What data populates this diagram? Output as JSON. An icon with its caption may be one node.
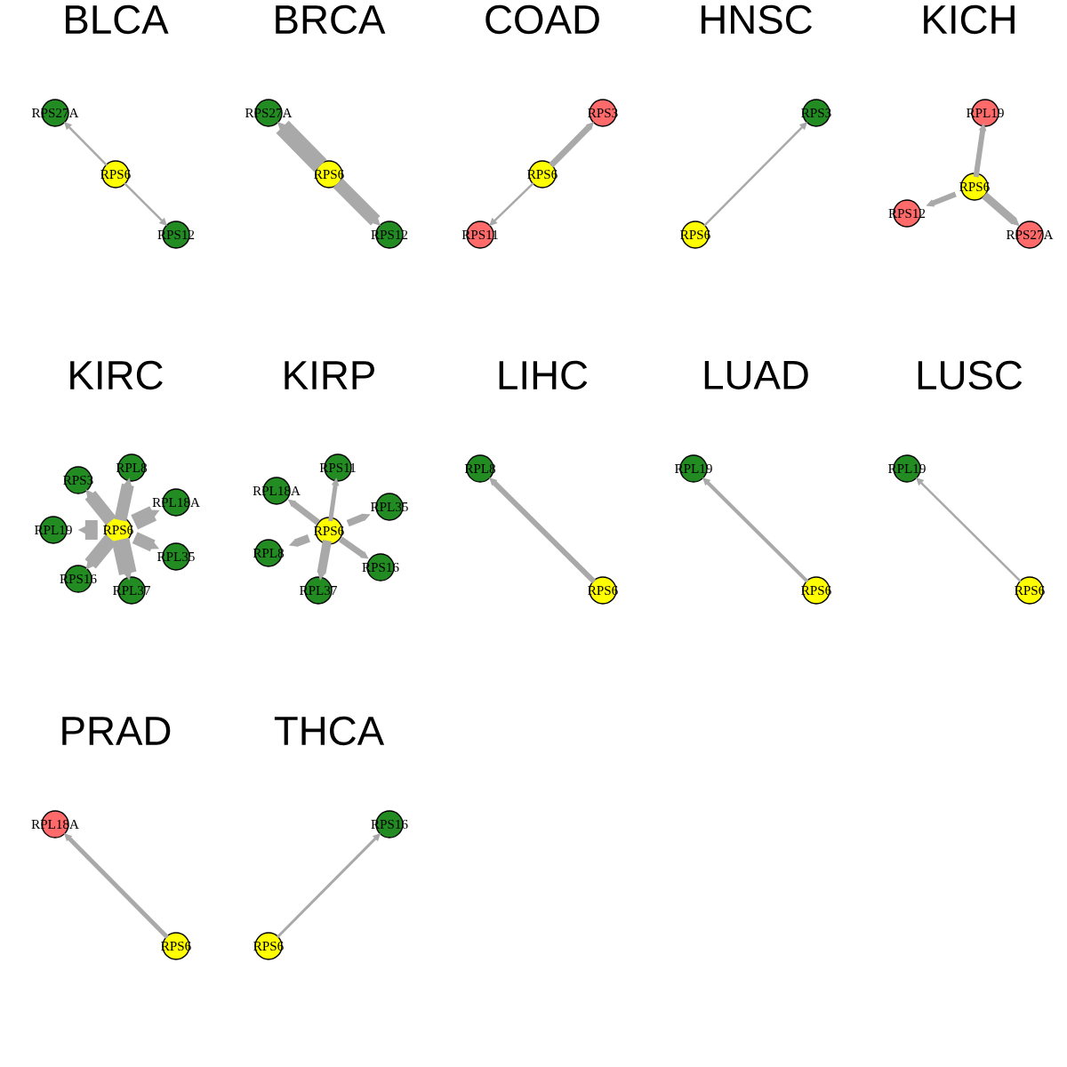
{
  "diagram": {
    "nodes": [
      {
        "text": [
          "RPS27A"
        ]
      },
      {
        "text": [
          "RPS6"
        ]
      },
      {
        "text": [
          "RPS12"
        ]
      },
      {
        "text": [
          "RPS27A"
        ]
      },
      {
        "text": [
          "RPS6"
        ]
      },
      {
        "text": [
          "RPS12"
        ]
      },
      {
        "text": [
          "RPS3"
        ]
      },
      {
        "text": [
          "RPS6"
        ]
      },
      {
        "text": [
          "RPS11"
        ]
      },
      {
        "text": [
          "RPS3"
        ]
      },
      {
        "text": [
          "RPS6"
        ]
      },
      {
        "text": [
          "RPL19"
        ]
      },
      {
        "text": [
          "RPS6"
        ]
      },
      {
        "text": [
          "RPS12"
        ]
      },
      {
        "text": [
          "RPS27A"
        ]
      },
      {
        "text": [
          "RPL8"
        ]
      },
      {
        "text": [
          "RPS3"
        ]
      },
      {
        "text": [
          "RPL18A"
        ]
      },
      {
        "text": [
          "RPL19"
        ]
      },
      {
        "text": [
          "RPS6"
        ]
      },
      {
        "text": [
          "RPL35"
        ]
      },
      {
        "text": [
          "RPS16"
        ]
      },
      {
        "text": [
          "RPL37"
        ]
      },
      {
        "text": [
          "RPS11"
        ]
      },
      {
        "text": [
          "RPL18A"
        ]
      },
      {
        "text": [
          "RPL35"
        ]
      },
      {
        "text": [
          "RPS6"
        ]
      },
      {
        "text": [
          "RPL8"
        ]
      },
      {
        "text": [
          "RPS16"
        ]
      },
      {
        "text": [
          "RPL37"
        ]
      },
      {
        "text": [
          "RPL8"
        ]
      },
      {
        "text": [
          "RPS6"
        ]
      },
      {
        "text": [
          "RPL19"
        ]
      },
      {
        "text": [
          "RPS6"
        ]
      },
      {
        "text": [
          "RPL19"
        ]
      },
      {
        "text": [
          "RPS6"
        ]
      },
      {
        "text": [
          "RPL18A"
        ]
      },
      {
        "text": [
          "RPS6"
        ]
      },
      {
        "text": [
          "RPS16"
        ]
      },
      {
        "text": [
          "RPS6"
        ]
      }
    ],
    "edges": [
      {
        "from": 1,
        "to": 0,
        "arrow": "to"
      },
      {
        "from": 1,
        "to": 2,
        "arrow": "to"
      },
      {
        "from": 4,
        "to": 3,
        "arrow": "to",
        "style": "thick"
      },
      {
        "from": 4,
        "to": 5,
        "arrow": "to",
        "style": "thick"
      },
      {
        "from": 7,
        "to": 6,
        "arrow": "to"
      },
      {
        "from": 7,
        "to": 8,
        "arrow": "to"
      },
      {
        "from": 10,
        "to": 9,
        "arrow": "to"
      },
      {
        "from": 12,
        "to": 11,
        "arrow": "to"
      },
      {
        "from": 12,
        "to": 13,
        "arrow": "to"
      },
      {
        "from": 12,
        "to": 14,
        "arrow": "to"
      },
      {
        "from": 19,
        "to": 15,
        "arrow": "to",
        "style": "thick"
      },
      {
        "from": 19,
        "to": 16,
        "arrow": "to",
        "style": "thick"
      },
      {
        "from": 19,
        "to": 17,
        "arrow": "to",
        "style": "thick"
      },
      {
        "from": 19,
        "to": 18,
        "arrow": "to",
        "style": "thick"
      },
      {
        "from": 19,
        "to": 20,
        "arrow": "to",
        "style": "thick"
      },
      {
        "from": 19,
        "to": 21,
        "arrow": "to",
        "style": "thick"
      },
      {
        "from": 19,
        "to": 22,
        "arrow": "to",
        "style": "thick"
      },
      {
        "from": 26,
        "to": 23,
        "arrow": "to"
      },
      {
        "from": 26,
        "to": 24,
        "arrow": "to"
      },
      {
        "from": 26,
        "to": 25,
        "arrow": "to"
      },
      {
        "from": 26,
        "to": 27,
        "arrow": "to"
      },
      {
        "from": 26,
        "to": 28,
        "arrow": "to"
      },
      {
        "from": 26,
        "to": 29,
        "arrow": "to"
      },
      {
        "from": 31,
        "to": 30,
        "arrow": "to"
      },
      {
        "from": 33,
        "to": 32,
        "arrow": "to"
      },
      {
        "from": 35,
        "to": 34,
        "arrow": "to"
      },
      {
        "from": 37,
        "to": 36,
        "arrow": "to"
      },
      {
        "from": 39,
        "to": 38,
        "arrow": "to"
      }
    ],
    "labels": [
      "BLCA",
      "BRCA",
      "COAD",
      "HNSC",
      "KICH",
      "KIRC",
      "KIRP",
      "LIHC",
      "LUAD",
      "LUSC",
      "PRAD",
      "THCA"
    ]
  }
}
